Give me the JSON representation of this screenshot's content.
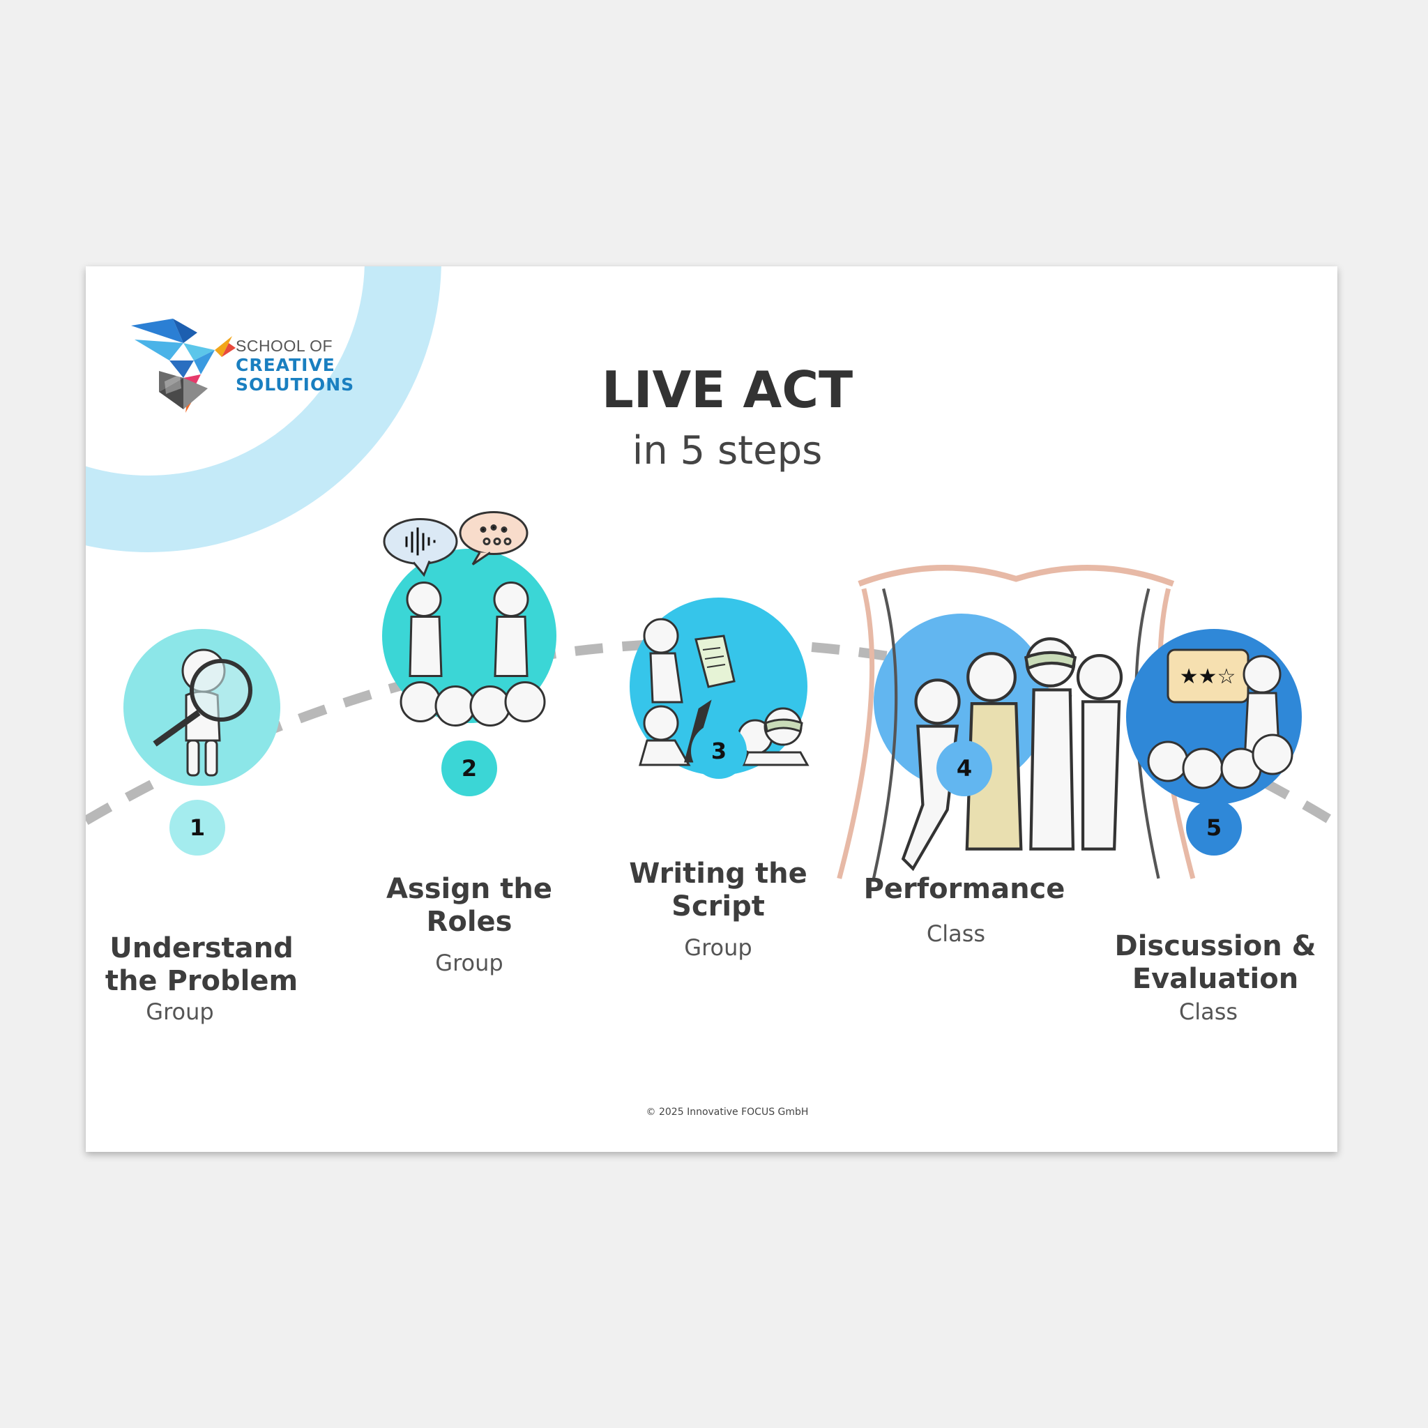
{
  "logo": {
    "line1": "SCHOOL OF",
    "line2": "CREATIVE",
    "line3": "SOLUTIONS"
  },
  "title": "LIVE ACT",
  "subtitle": "in 5 steps",
  "steps": [
    {
      "number": "1",
      "title": "Understand the Problem",
      "role": "Group",
      "color": "#8ce6e8",
      "badge_color": "#a4ecee"
    },
    {
      "number": "2",
      "title": "Assign the Roles",
      "role": "Group",
      "color": "#3bd6d6",
      "badge_color": "#3bd6d6"
    },
    {
      "number": "3",
      "title": "Writing the Script",
      "role": "Group",
      "color": "#36c5ea",
      "badge_color": "#36c5ea"
    },
    {
      "number": "4",
      "title": "Performance",
      "role": "Class",
      "color": "#62b6f0",
      "badge_color": "#62b6f0"
    },
    {
      "number": "5",
      "title": "Discussion & Evaluation",
      "role": "Class",
      "color": "#2f88d8",
      "badge_color": "#2f88d8"
    }
  ],
  "rating_stars": "★★☆",
  "copyright": "© 2025 Innovative FOCUS GmbH"
}
